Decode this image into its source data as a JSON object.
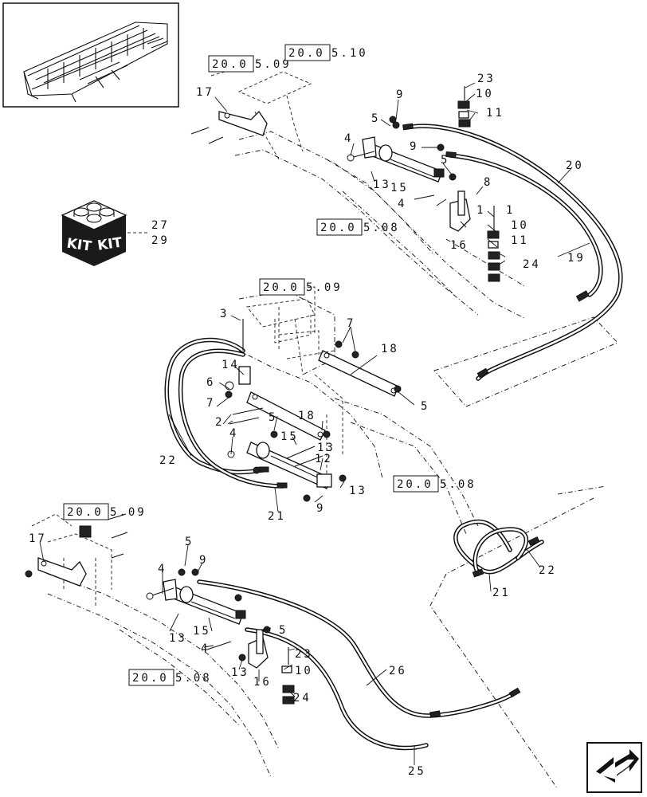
{
  "diagram": {
    "ref_labels": [
      {
        "id": "r1",
        "boxed": "20.0",
        "rest": "5.09"
      },
      {
        "id": "r2",
        "boxed": "20.0",
        "rest": "5.10"
      },
      {
        "id": "r3",
        "boxed": "20.0",
        "rest": "5.08"
      },
      {
        "id": "r4",
        "boxed": "20.0",
        "rest": "5.09"
      },
      {
        "id": "r5",
        "boxed": "20.0",
        "rest": "5.08"
      },
      {
        "id": "r6",
        "boxed": "20.0",
        "rest": "5.09"
      },
      {
        "id": "r7",
        "boxed": "20.0",
        "rest": "5.08"
      }
    ],
    "callouts": [
      "23",
      "10",
      "11",
      "9",
      "5",
      "4",
      "9",
      "5",
      "17",
      "20",
      "13",
      "15",
      "8",
      "4",
      "1",
      "1",
      "10",
      "11",
      "16",
      "24",
      "19",
      "27",
      "29",
      "3",
      "7",
      "18",
      "14",
      "6",
      "7",
      "5",
      "2",
      "18",
      "5",
      "4",
      "15",
      "12",
      "13",
      "22",
      "9",
      "21",
      "13",
      "17",
      "5",
      "9",
      "4",
      "15",
      "5",
      "13",
      "4",
      "23",
      "10",
      "16",
      "13",
      "26",
      "24",
      "22",
      "21",
      "25"
    ],
    "kit": {
      "label": "KIT",
      "label2": "KIT"
    },
    "thumbnail": {
      "name": "header-overview"
    },
    "nav": {
      "name": "next-page-arrow"
    }
  }
}
